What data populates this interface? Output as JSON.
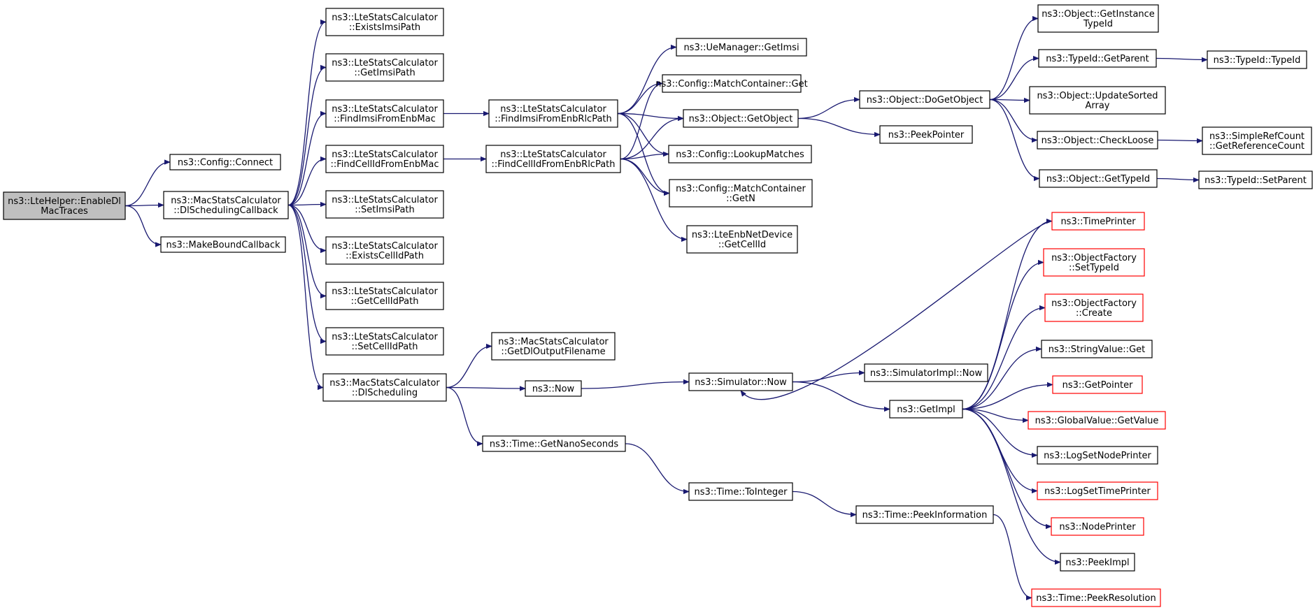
{
  "nodes": [
    {
      "id": "enable",
      "lines": [
        "ns3::LteHelper::EnableDl",
        "MacTraces"
      ],
      "style": "root"
    },
    {
      "id": "connect",
      "lines": [
        "ns3::Config::Connect"
      ]
    },
    {
      "id": "dlcb",
      "lines": [
        "ns3::MacStatsCalculator",
        "::DlSchedulingCallback"
      ]
    },
    {
      "id": "mbc",
      "lines": [
        "ns3::MakeBoundCallback"
      ]
    },
    {
      "id": "existsImsi",
      "lines": [
        "ns3::LteStatsCalculator",
        "::ExistsImsiPath"
      ]
    },
    {
      "id": "getImsiPath",
      "lines": [
        "ns3::LteStatsCalculator",
        "::GetImsiPath"
      ]
    },
    {
      "id": "findImsiMac",
      "lines": [
        "ns3::LteStatsCalculator",
        "::FindImsiFromEnbMac"
      ]
    },
    {
      "id": "findCellMac",
      "lines": [
        "ns3::LteStatsCalculator",
        "::FindCellIdFromEnbMac"
      ]
    },
    {
      "id": "setImsi",
      "lines": [
        "ns3::LteStatsCalculator",
        "::SetImsiPath"
      ]
    },
    {
      "id": "existsCell",
      "lines": [
        "ns3::LteStatsCalculator",
        "::ExistsCellIdPath"
      ]
    },
    {
      "id": "getCell",
      "lines": [
        "ns3::LteStatsCalculator",
        "::GetCellIdPath"
      ]
    },
    {
      "id": "setCell",
      "lines": [
        "ns3::LteStatsCalculator",
        "::SetCellIdPath"
      ]
    },
    {
      "id": "dlsched",
      "lines": [
        "ns3::MacStatsCalculator",
        "::DlScheduling"
      ]
    },
    {
      "id": "findImsiRlc",
      "lines": [
        "ns3::LteStatsCalculator",
        "::FindImsiFromEnbRlcPath"
      ]
    },
    {
      "id": "findCellRlc",
      "lines": [
        "ns3::LteStatsCalculator",
        "::FindCellIdFromEnbRlcPath"
      ]
    },
    {
      "id": "getDlOut",
      "lines": [
        "ns3::MacStatsCalculator",
        "::GetDlOutputFilename"
      ]
    },
    {
      "id": "now",
      "lines": [
        "ns3::Now"
      ]
    },
    {
      "id": "getNano",
      "lines": [
        "ns3::Time::GetNanoSeconds"
      ]
    },
    {
      "id": "ueGetImsi",
      "lines": [
        "ns3::UeManager::GetImsi"
      ]
    },
    {
      "id": "mcGet",
      "lines": [
        "ns3::Config::MatchContainer::Get"
      ]
    },
    {
      "id": "getObject",
      "lines": [
        "ns3::Object::GetObject"
      ]
    },
    {
      "id": "lookup",
      "lines": [
        "ns3::Config::LookupMatches"
      ]
    },
    {
      "id": "mcGetN",
      "lines": [
        "ns3::Config::MatchContainer",
        "::GetN"
      ]
    },
    {
      "id": "enbCell",
      "lines": [
        "ns3::LteEnbNetDevice",
        "::GetCellId"
      ]
    },
    {
      "id": "simNow",
      "lines": [
        "ns3::Simulator::Now"
      ]
    },
    {
      "id": "toInt",
      "lines": [
        "ns3::Time::ToInteger"
      ]
    },
    {
      "id": "doGetObject",
      "lines": [
        "ns3::Object::DoGetObject"
      ]
    },
    {
      "id": "peekPtr",
      "lines": [
        "ns3::PeekPointer"
      ]
    },
    {
      "id": "simImplNow",
      "lines": [
        "ns3::SimulatorImpl::Now"
      ]
    },
    {
      "id": "getImpl",
      "lines": [
        "ns3::GetImpl"
      ]
    },
    {
      "id": "peekInfo",
      "lines": [
        "ns3::Time::PeekInformation"
      ]
    },
    {
      "id": "getInstTid",
      "lines": [
        "ns3::Object::GetInstance",
        "TypeId"
      ]
    },
    {
      "id": "getParent",
      "lines": [
        "ns3::TypeId::GetParent"
      ]
    },
    {
      "id": "updSorted",
      "lines": [
        "ns3::Object::UpdateSorted",
        "Array"
      ]
    },
    {
      "id": "checkLoose",
      "lines": [
        "ns3::Object::CheckLoose"
      ]
    },
    {
      "id": "getTypeId",
      "lines": [
        "ns3::Object::GetTypeId"
      ]
    },
    {
      "id": "timePrinter",
      "lines": [
        "ns3::TimePrinter"
      ],
      "style": "red"
    },
    {
      "id": "ofSetTid",
      "lines": [
        "ns3::ObjectFactory",
        "::SetTypeId"
      ],
      "style": "red"
    },
    {
      "id": "ofCreate",
      "lines": [
        "ns3::ObjectFactory",
        "::Create"
      ],
      "style": "red"
    },
    {
      "id": "svGet",
      "lines": [
        "ns3::StringValue::Get"
      ]
    },
    {
      "id": "getPointer",
      "lines": [
        "ns3::GetPointer"
      ],
      "style": "red"
    },
    {
      "id": "gvGetValue",
      "lines": [
        "ns3::GlobalValue::GetValue"
      ],
      "style": "red"
    },
    {
      "id": "logSetNode",
      "lines": [
        "ns3::LogSetNodePrinter"
      ]
    },
    {
      "id": "logSetTime",
      "lines": [
        "ns3::LogSetTimePrinter"
      ],
      "style": "red"
    },
    {
      "id": "nodePrinter",
      "lines": [
        "ns3::NodePrinter"
      ],
      "style": "red"
    },
    {
      "id": "peekImpl",
      "lines": [
        "ns3::PeekImpl"
      ]
    },
    {
      "id": "peekRes",
      "lines": [
        "ns3::Time::PeekResolution"
      ],
      "style": "red"
    },
    {
      "id": "tidTid",
      "lines": [
        "ns3::TypeId::TypeId"
      ]
    },
    {
      "id": "refCount",
      "lines": [
        "ns3::SimpleRefCount",
        "::GetReferenceCount"
      ]
    },
    {
      "id": "setParent",
      "lines": [
        "ns3::TypeId::SetParent"
      ]
    }
  ],
  "edges": [
    [
      "enable",
      "connect"
    ],
    [
      "enable",
      "dlcb"
    ],
    [
      "enable",
      "mbc"
    ],
    [
      "dlcb",
      "existsImsi"
    ],
    [
      "dlcb",
      "getImsiPath"
    ],
    [
      "dlcb",
      "findImsiMac"
    ],
    [
      "dlcb",
      "findCellMac"
    ],
    [
      "dlcb",
      "setImsi"
    ],
    [
      "dlcb",
      "existsCell"
    ],
    [
      "dlcb",
      "getCell"
    ],
    [
      "dlcb",
      "setCell"
    ],
    [
      "dlcb",
      "dlsched"
    ],
    [
      "findImsiMac",
      "findImsiRlc"
    ],
    [
      "findCellMac",
      "findCellRlc"
    ],
    [
      "dlsched",
      "getDlOut"
    ],
    [
      "dlsched",
      "now"
    ],
    [
      "dlsched",
      "getNano"
    ],
    [
      "findImsiRlc",
      "ueGetImsi"
    ],
    [
      "findImsiRlc",
      "mcGet"
    ],
    [
      "findImsiRlc",
      "getObject"
    ],
    [
      "findImsiRlc",
      "lookup"
    ],
    [
      "findImsiRlc",
      "mcGetN"
    ],
    [
      "findCellRlc",
      "mcGet"
    ],
    [
      "findCellRlc",
      "getObject"
    ],
    [
      "findCellRlc",
      "lookup"
    ],
    [
      "findCellRlc",
      "mcGetN"
    ],
    [
      "findCellRlc",
      "enbCell"
    ],
    [
      "now",
      "simNow"
    ],
    [
      "getNano",
      "toInt"
    ],
    [
      "getObject",
      "doGetObject"
    ],
    [
      "getObject",
      "peekPtr"
    ],
    [
      "simNow",
      "simImplNow"
    ],
    [
      "simNow",
      "getImpl"
    ],
    [
      "toInt",
      "peekInfo"
    ],
    [
      "doGetObject",
      "getInstTid"
    ],
    [
      "doGetObject",
      "getParent"
    ],
    [
      "doGetObject",
      "updSorted"
    ],
    [
      "doGetObject",
      "checkLoose"
    ],
    [
      "doGetObject",
      "getTypeId"
    ],
    [
      "getParent",
      "tidTid"
    ],
    [
      "checkLoose",
      "refCount"
    ],
    [
      "getTypeId",
      "setParent"
    ],
    [
      "timePrinter",
      "simNow"
    ],
    [
      "getImpl",
      "timePrinter"
    ],
    [
      "getImpl",
      "ofSetTid"
    ],
    [
      "getImpl",
      "ofCreate"
    ],
    [
      "getImpl",
      "svGet"
    ],
    [
      "getImpl",
      "getPointer"
    ],
    [
      "getImpl",
      "gvGetValue"
    ],
    [
      "getImpl",
      "logSetNode"
    ],
    [
      "getImpl",
      "logSetTime"
    ],
    [
      "getImpl",
      "nodePrinter"
    ],
    [
      "getImpl",
      "peekImpl"
    ],
    [
      "peekInfo",
      "peekRes"
    ]
  ],
  "colors": {
    "edge": "#191970",
    "root_fill": "#bfbfbf",
    "red_border": "#ff0000",
    "border": "#000000"
  }
}
